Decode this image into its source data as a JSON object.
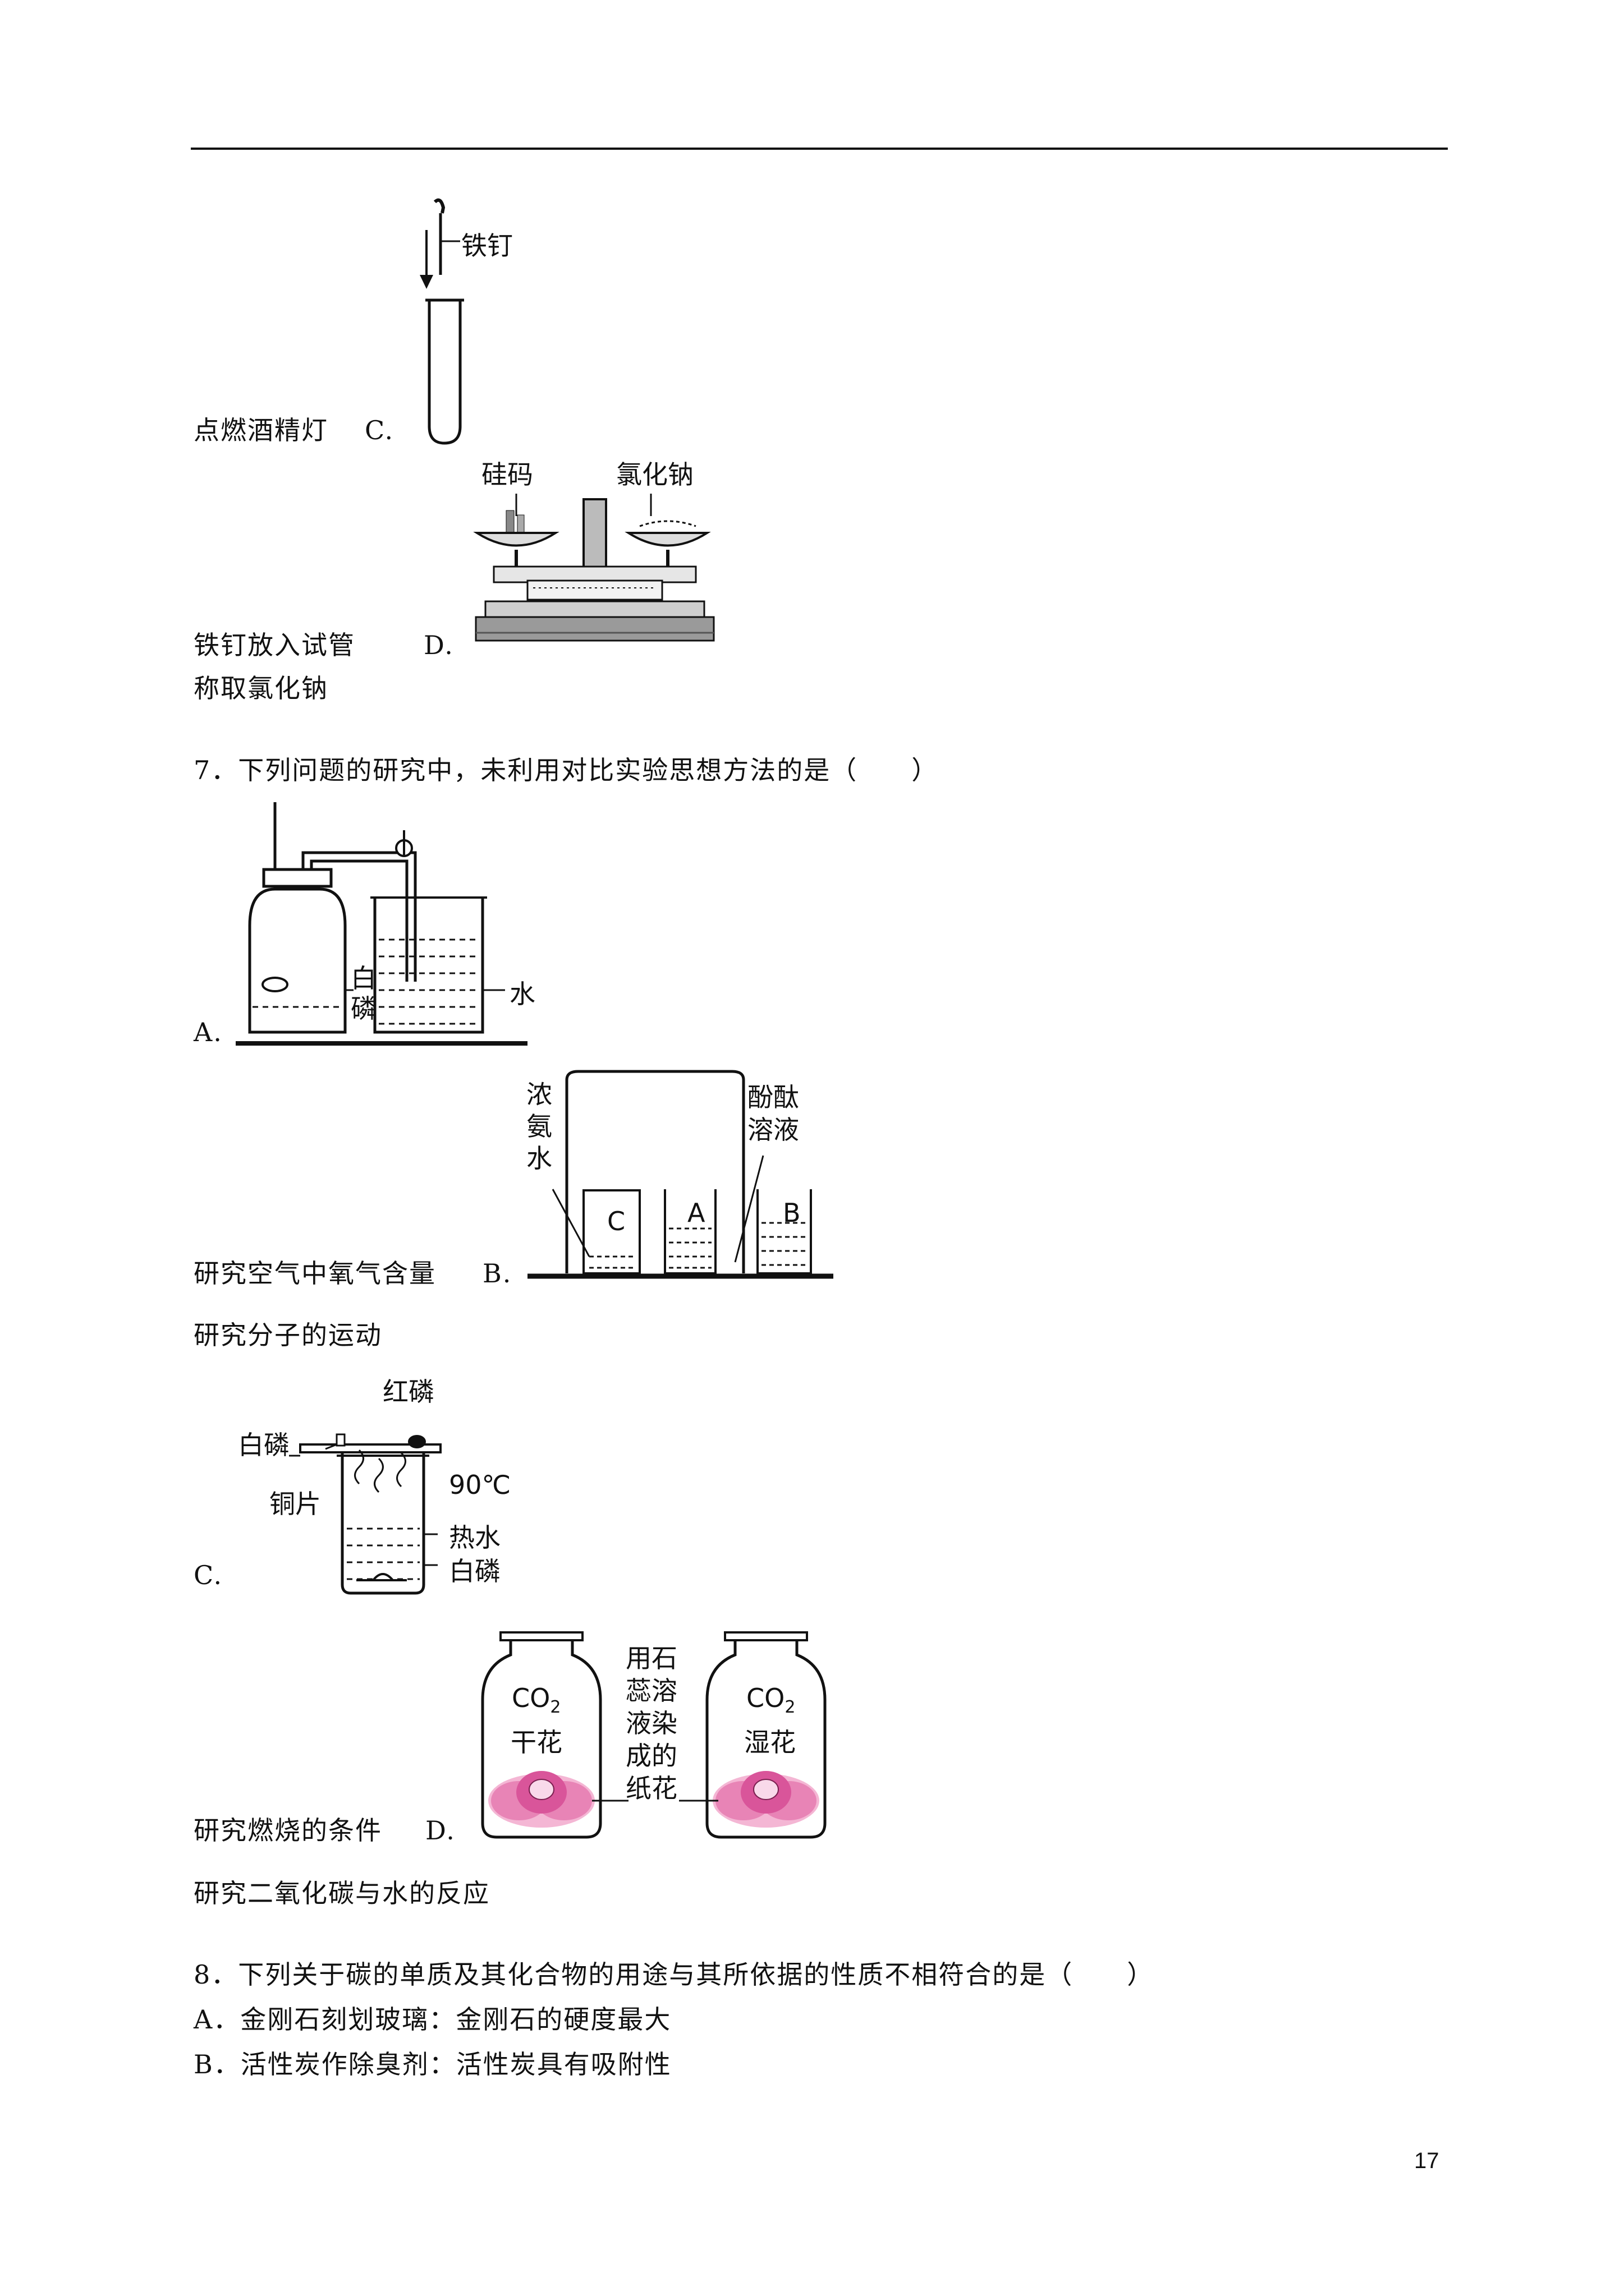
{
  "header_rule": true,
  "option_c_prev": {
    "caption": "点燃酒精灯",
    "letter": "C.",
    "fig_label_nail": "铁钉"
  },
  "option_d_prev": {
    "caption": "铁钉放入试管",
    "letter": "D.",
    "fig_label_weight": "硅码",
    "fig_label_salt": "氯化钠",
    "caption_after": "称取氯化钠"
  },
  "q7": {
    "stem": "7．下列问题的研究中，未利用对比实验思想方法的是（　　）",
    "a": {
      "letter": "A.",
      "label_white_p_1": "白",
      "label_white_p_2": "磷",
      "label_water": "水",
      "caption": "研究空气中氧气含量"
    },
    "b": {
      "letter": "B.",
      "label_ammonia": [
        "浓",
        "氨",
        "水"
      ],
      "label_phenol": [
        "酚酞",
        "溶液"
      ],
      "beaker_c": "C",
      "beaker_a": "A",
      "beaker_b": "B",
      "caption": "研究分子的运动"
    },
    "c": {
      "letter": "C.",
      "label_red_p": "红磷",
      "label_white_p_top": "白磷",
      "label_copper": "铜片",
      "label_temp": "90℃",
      "label_hot_water": "热水",
      "label_white_p_bottom": "白磷",
      "caption": "研究燃烧的条件"
    },
    "d": {
      "letter": "D.",
      "left_gas": "CO",
      "left_gas_sub": "2",
      "left_flower": "干花",
      "middle_label": [
        "用石",
        "蕊溶",
        "液染",
        "成的",
        "纸花"
      ],
      "right_gas": "CO",
      "right_gas_sub": "2",
      "right_flower": "湿花",
      "caption": "研究二氧化碳与水的反应"
    }
  },
  "q8": {
    "stem": "8．下列关于碳的单质及其化合物的用途与其所依据的性质不相符合的是（　　）",
    "option_a": "A．金刚石刻划玻璃：金刚石的硬度最大",
    "option_b": "B．活性炭作除臭剂：活性炭具有吸附性"
  },
  "page_number": "17"
}
